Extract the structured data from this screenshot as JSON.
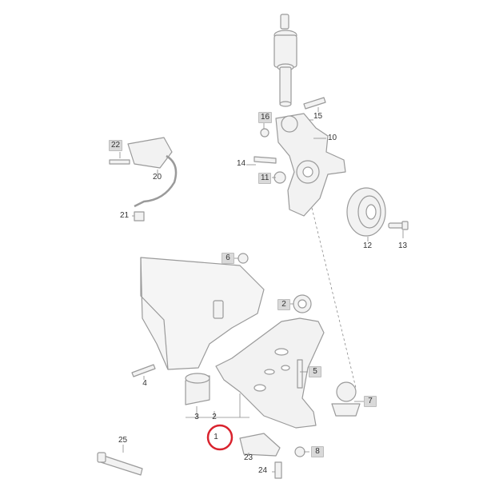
{
  "diagram": {
    "highlight_color": "#d9232e",
    "part_fill": "#f2f2f2",
    "part_stroke": "#9a9a9a",
    "highlighted_callout": "1",
    "callouts": [
      {
        "id": "c1",
        "label": "1"
      },
      {
        "id": "c2a",
        "label": "2"
      },
      {
        "id": "c2b",
        "label": "2"
      },
      {
        "id": "c3",
        "label": "3"
      },
      {
        "id": "c4",
        "label": "4"
      },
      {
        "id": "c5",
        "label": "5"
      },
      {
        "id": "c6",
        "label": "6"
      },
      {
        "id": "c7",
        "label": "7"
      },
      {
        "id": "c8",
        "label": "8"
      },
      {
        "id": "c10",
        "label": "10"
      },
      {
        "id": "c11",
        "label": "11"
      },
      {
        "id": "c12",
        "label": "12"
      },
      {
        "id": "c13",
        "label": "13"
      },
      {
        "id": "c14",
        "label": "14"
      },
      {
        "id": "c15",
        "label": "15"
      },
      {
        "id": "c16",
        "label": "16"
      },
      {
        "id": "c20",
        "label": "20"
      },
      {
        "id": "c21",
        "label": "21"
      },
      {
        "id": "c22",
        "label": "22"
      },
      {
        "id": "c23",
        "label": "23"
      },
      {
        "id": "c24",
        "label": "24"
      },
      {
        "id": "c25",
        "label": "25"
      }
    ]
  }
}
